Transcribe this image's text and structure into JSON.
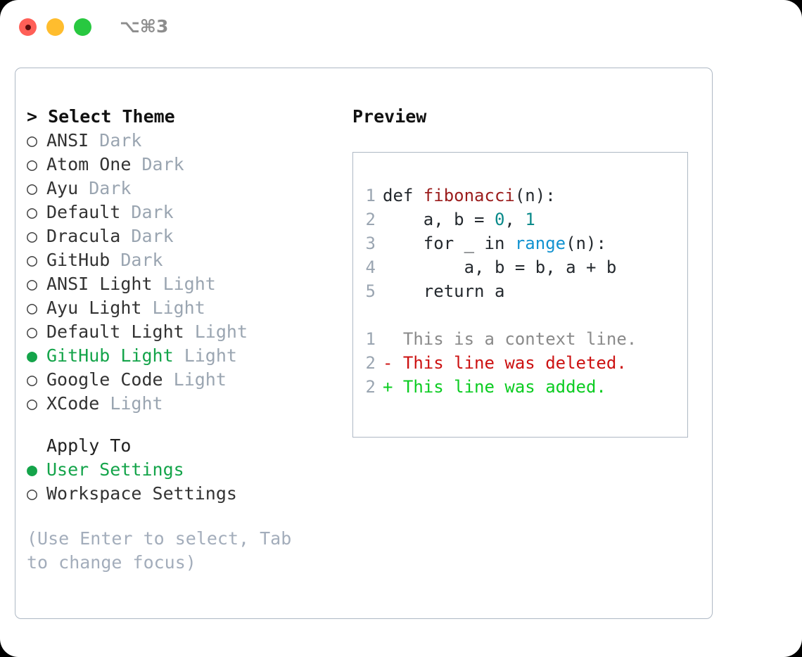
{
  "titlebar": {
    "shortcut": "⌥⌘3",
    "buttons": [
      {
        "name": "close",
        "color": "#ff5f57"
      },
      {
        "name": "minimize",
        "color": "#ffbd2e"
      },
      {
        "name": "maximize",
        "color": "#28c840"
      }
    ]
  },
  "theme_list": {
    "header": "> Select Theme",
    "caret": ">",
    "header_label": "Select Theme",
    "items": [
      {
        "marker": "○",
        "label": "ANSI",
        "tag": "Dark",
        "selected": false
      },
      {
        "marker": "○",
        "label": "Atom One",
        "tag": "Dark",
        "selected": false
      },
      {
        "marker": "○",
        "label": "Ayu",
        "tag": "Dark",
        "selected": false
      },
      {
        "marker": "○",
        "label": "Default",
        "tag": "Dark",
        "selected": false
      },
      {
        "marker": "○",
        "label": "Dracula",
        "tag": "Dark",
        "selected": false
      },
      {
        "marker": "○",
        "label": "GitHub",
        "tag": "Dark",
        "selected": false
      },
      {
        "marker": "○",
        "label": "ANSI Light",
        "tag": "Light",
        "selected": false
      },
      {
        "marker": "○",
        "label": "Ayu Light",
        "tag": "Light",
        "selected": false
      },
      {
        "marker": "○",
        "label": "Default Light",
        "tag": "Light",
        "selected": false
      },
      {
        "marker": "●",
        "label": "GitHub Light",
        "tag": "Light",
        "selected": true
      },
      {
        "marker": "○",
        "label": "Google Code",
        "tag": "Light",
        "selected": false
      },
      {
        "marker": "○",
        "label": "XCode",
        "tag": "Light",
        "selected": false
      }
    ]
  },
  "apply_to": {
    "header": "Apply To",
    "items": [
      {
        "marker": "●",
        "label": "User Settings",
        "selected": true
      },
      {
        "marker": "○",
        "label": "Workspace Settings",
        "selected": false
      }
    ]
  },
  "hint": "(Use Enter to select, Tab to change focus)",
  "preview": {
    "title": "Preview",
    "code_lines": [
      {
        "n": "1",
        "segments": [
          {
            "t": "def ",
            "c": "plain"
          },
          {
            "t": "fibonacci",
            "c": "fn"
          },
          {
            "t": "(n):",
            "c": "plain"
          }
        ]
      },
      {
        "n": "2",
        "segments": [
          {
            "t": "    a, b = ",
            "c": "plain"
          },
          {
            "t": "0",
            "c": "num"
          },
          {
            "t": ", ",
            "c": "plain"
          },
          {
            "t": "1",
            "c": "num"
          }
        ]
      },
      {
        "n": "3",
        "segments": [
          {
            "t": "    for _ in ",
            "c": "plain"
          },
          {
            "t": "range",
            "c": "bi"
          },
          {
            "t": "(n):",
            "c": "plain"
          }
        ]
      },
      {
        "n": "4",
        "segments": [
          {
            "t": "        a, b = b, a + b",
            "c": "plain"
          }
        ]
      },
      {
        "n": "5",
        "segments": [
          {
            "t": "    return a",
            "c": "plain"
          }
        ]
      }
    ],
    "diff_lines": [
      {
        "n": "1",
        "text": "  This is a context line.",
        "kind": "ctx"
      },
      {
        "n": "2",
        "text": "- This line was deleted.",
        "kind": "del"
      },
      {
        "n": "2",
        "text": "+ This line was added.",
        "kind": "add"
      }
    ]
  },
  "colors": {
    "selected_green": "#14a44a",
    "diff_add": "#0ccc22",
    "diff_del": "#cc1111",
    "function_red": "#9b1c1c",
    "number_teal": "#0a8a8a",
    "builtin_blue": "#1192d0",
    "muted_gray": "#9aa5b1",
    "border": "#aeb8c4"
  }
}
